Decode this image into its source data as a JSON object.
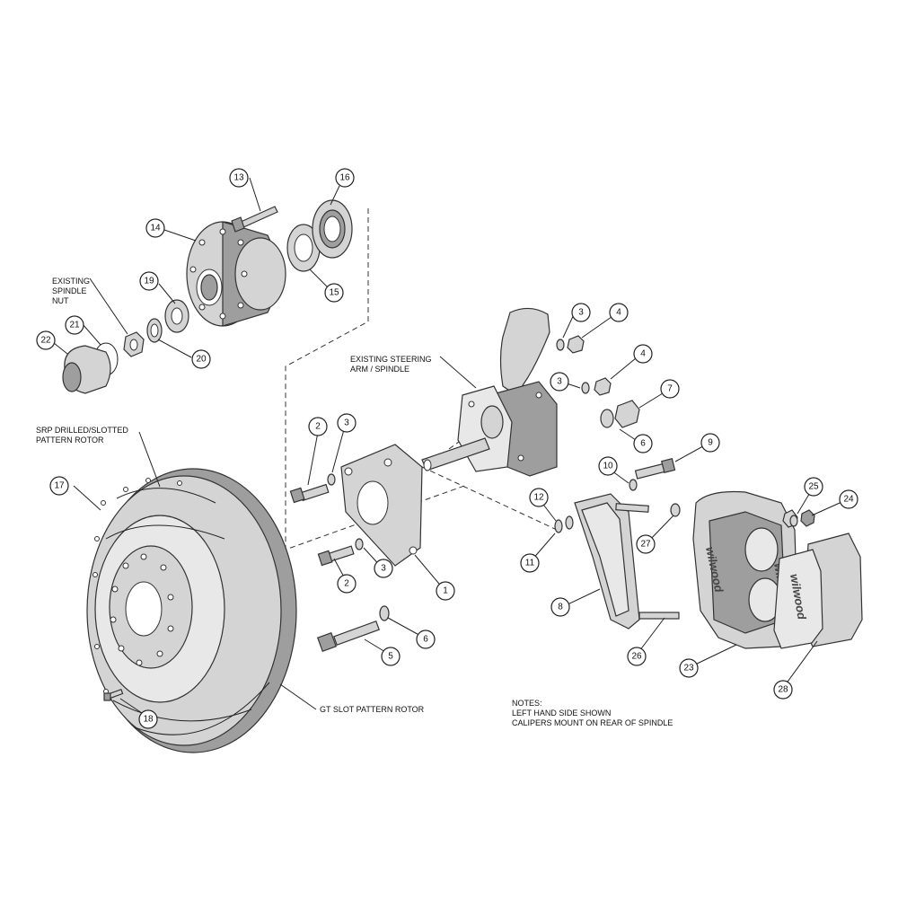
{
  "labels": {
    "existing_spindle_nut": [
      "EXISTING",
      "SPINDLE",
      "NUT"
    ],
    "existing_steering_arm": [
      "EXISTING STEERING",
      "ARM / SPINDLE"
    ],
    "srp_rotor": [
      "SRP DRILLED/SLOTTED",
      "PATTERN ROTOR"
    ],
    "gt_rotor": "GT SLOT PATTERN ROTOR",
    "notes": [
      "NOTES:",
      "LEFT HAND SIDE SHOWN",
      "CALIPERS MOUNT ON REAR OF SPINDLE"
    ]
  },
  "logo": "wilwood",
  "callouts": [
    {
      "id": "c13",
      "num": "13"
    },
    {
      "id": "c16",
      "num": "16"
    },
    {
      "id": "c14",
      "num": "14"
    },
    {
      "id": "c19",
      "num": "19"
    },
    {
      "id": "c15",
      "num": "15"
    },
    {
      "id": "c21",
      "num": "21"
    },
    {
      "id": "c22",
      "num": "22"
    },
    {
      "id": "c20",
      "num": "20"
    },
    {
      "id": "c3a",
      "num": "3"
    },
    {
      "id": "c4a",
      "num": "4"
    },
    {
      "id": "c3b",
      "num": "3"
    },
    {
      "id": "c4b",
      "num": "4"
    },
    {
      "id": "c7",
      "num": "7"
    },
    {
      "id": "c2a",
      "num": "2"
    },
    {
      "id": "c3c",
      "num": "3"
    },
    {
      "id": "c6a",
      "num": "6"
    },
    {
      "id": "c9",
      "num": "9"
    },
    {
      "id": "c17",
      "num": "17"
    },
    {
      "id": "c10",
      "num": "10"
    },
    {
      "id": "c12",
      "num": "12"
    },
    {
      "id": "c25",
      "num": "25"
    },
    {
      "id": "c24",
      "num": "24"
    },
    {
      "id": "c27",
      "num": "27"
    },
    {
      "id": "c11",
      "num": "11"
    },
    {
      "id": "c3d",
      "num": "3"
    },
    {
      "id": "c2b",
      "num": "2"
    },
    {
      "id": "c1",
      "num": "1"
    },
    {
      "id": "c8",
      "num": "8"
    },
    {
      "id": "c6b",
      "num": "6"
    },
    {
      "id": "c5",
      "num": "5"
    },
    {
      "id": "c26",
      "num": "26"
    },
    {
      "id": "c23",
      "num": "23"
    },
    {
      "id": "c28",
      "num": "28"
    },
    {
      "id": "c18",
      "num": "18"
    }
  ]
}
